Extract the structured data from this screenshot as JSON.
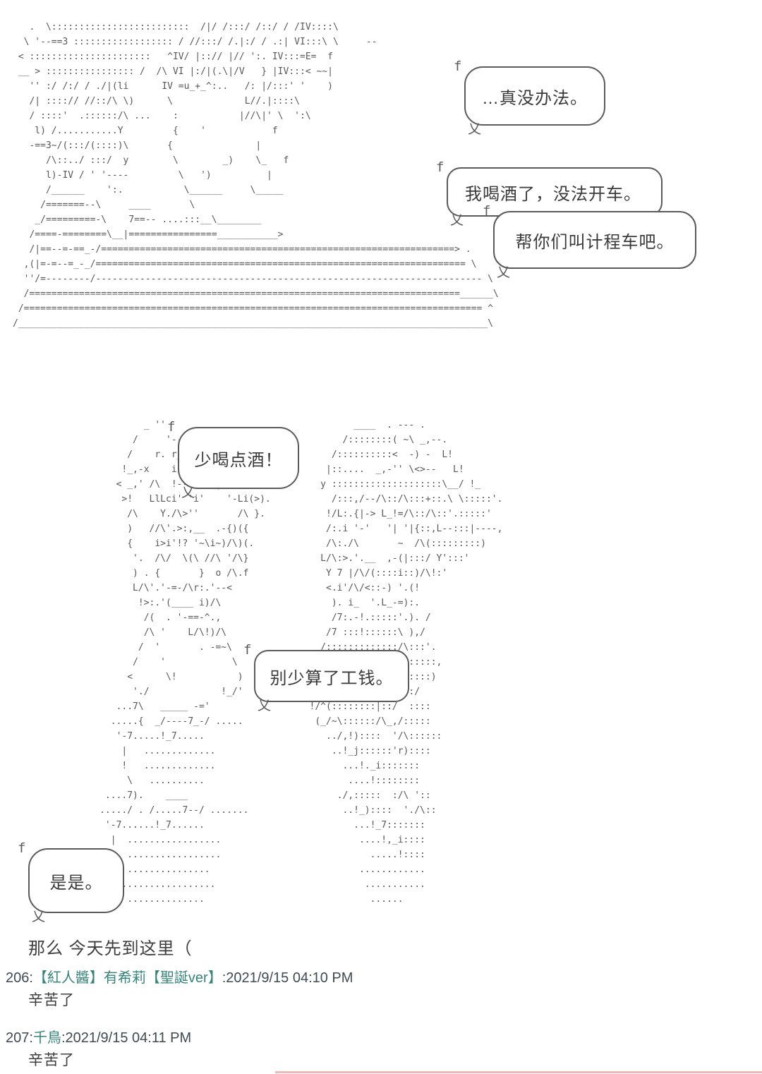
{
  "meta": {
    "page_kind": "ascii-art thread log",
    "background": "#ffffff"
  },
  "colors": {
    "aa_ink": "#585858",
    "bubble_border": "#5a5a5a",
    "body_text": "#3e3e3e",
    "post_meta": "#3f4a52",
    "author_name": "#35857a",
    "bottom_line": "#eeb9b9"
  },
  "bubble_tail": {
    "top": "f",
    "bottom": "乂"
  },
  "bubbles": [
    {
      "text": "…真没办法。"
    },
    {
      "text": "我喝酒了，没法开车。"
    },
    {
      "text": "帮你们叫计程车吧。"
    },
    {
      "text": "少喝点酒！"
    },
    {
      "text": "别少算了工钱。"
    },
    {
      "text": "是是。"
    }
  ],
  "narration": "那么 今天先到这里（",
  "sep": ":",
  "posts": [
    {
      "number": "206",
      "name": "【紅人醬】有希莉【聖誕ver】",
      "timestamp": "2021/9/15 04:10 PM",
      "body": "辛苦了"
    },
    {
      "number": "207",
      "name": "千鳥",
      "timestamp": "2021/9/15 04:11 PM",
      "body": "辛苦了"
    }
  ],
  "aa": {
    "scene1": [
      "   .  \\:::::::::::::::::::::::::  /|/ /:::/ /::/ / /IV::::\\",
      "  \\ '--==3 :::::::::::::::::: / //:::/ /.|:/ / .:| VI:::\\ \\     --",
      " < ::::::::::::::::::::::   ^IV/ |::// |// ':. IV:::=E=  f",
      " __ > :::::::::::::::: /  /\\ VI |:/|(.\\|/V   } |IV:::< ~~|",
      "   '' :/ /:/ / ./|(li      IV =u_+_^:..   /: |/:::' '    )",
      "   /| ::::// //::/\\ \\)      \\             L//.|::::\\",
      "   / ::::'  .::::::/\\ ...    :           |//\\|' \\  ':\\",
      "    l) /...........Y         {    '            f",
      "   -==3~/(:::/(::::)\\       {               |",
      "      /\\::../ :::/  y        \\        _)    \\_   f",
      "      l)-IV / ' '----         \\   ')          |",
      "      /______    ':.           \\______     \\_____",
      "     /=======--\\     ____       \\",
      "    _/=========-\\    7==-- ....:::__\\________",
      "   /====-========\\__|================___________>",
      "   /|==--=-==_-/================================================================> .",
      "  ,(|=-=--=_-_/=================================================================== \\",
      "  ''/=--------/---------------------------------------------------------------------- \\",
      "  /==============================================================================______\\",
      " /=================================================================================== ^",
      "/_____________________________________________________________________________________\\"
    ],
    "scene2": [
      "                   _ ''                                  ____  . --- .",
      "                 /     '-- r-._                        /::::::::( ~\\ _,--.",
      "                /    r. r_)-'  ~'\\.}                 /::::::::::<  -) -  L!",
      "               !_,-x    i  /\\   .i_-'\\!  i          |::....  _,-'' \\<>--   L!",
      "              < _,' /\\  !--!/\\/(|/\\ /\\!            y ::::::::::::::::::::\\__/ !_",
      "               >!   LlLci' 'i'    '-Li(>).           /:::,/--/\\::/\\:::+::.\\ \\:::::'.",
      "                /\\    Y./\\>''       /\\ }.           !/L:.{|-> L_!=/\\::/\\::'.:::::'",
      "                )   //\\'.>:,__  .-{)({              /:.i '-'   '| '|{::,L--:::|----,",
      "                {    i>i'!? '~\\i~)/\\)(.             /\\:./\\       ~  /\\(:::::::::)",
      "                 '.  /\\/  \\(\\ //\\ '/\\}             L/\\:>.'.__  ,-(|:::/ Y':::'",
      "                 ) . {       }  o /\\.f              Y 7 |/\\/(::::i::)/\\!:'",
      "                 L/\\'.'-=-/\\r:.'--<                 <.i'/\\/<::-) '.(!",
      "                  !>:.'(____ i)/\\                    ). i_  '.L_-=):.",
      "                   /(  . '-==-^.,                    /7:.-!.:::::'.). /",
      "                   /\\ '    L/\\!)/\\                  /7 :::!::::::\\ ),/",
      "                  /  '       . -=~\\                /:::::::::::::/\\:::'.",
      "                 /    '            \\              /.:!:::::::::' :::::::,",
      "                <      \\!           )            ({:.|::::::::,':::::::)",
      "                 './             !_/'             /\\{:::::::::|:::::/",
      "              ...7\\   _____ -='                  !/^(::::::::|::/  ::::",
      "             .....{  _/----7_-/ .....             (_/~\\::::::/\\_,/:::::",
      "              '-7.....!_7.....                      ../,!)::::  '/\\::::::",
      "               |   .............                     ..!_j::::::'r)::::",
      "               !   .............                       ...!._i:::::::",
      "                \\   ..........                          ....!::::::::",
      "            ....7).    ____                           ./,:::::  :/\\ '::",
      "           ...../ . /.....7--/ .......                 ..!_)::::  './\\::",
      "            '-7......!_7......                           ...!_7:::::::",
      "             |  .................                         ....!,_i::::",
      "             !  .................                           .....!::::",
      "              \\ ...............                           ............",
      "               .................                           ...........",
      "                ..............                              ......"
    ]
  }
}
